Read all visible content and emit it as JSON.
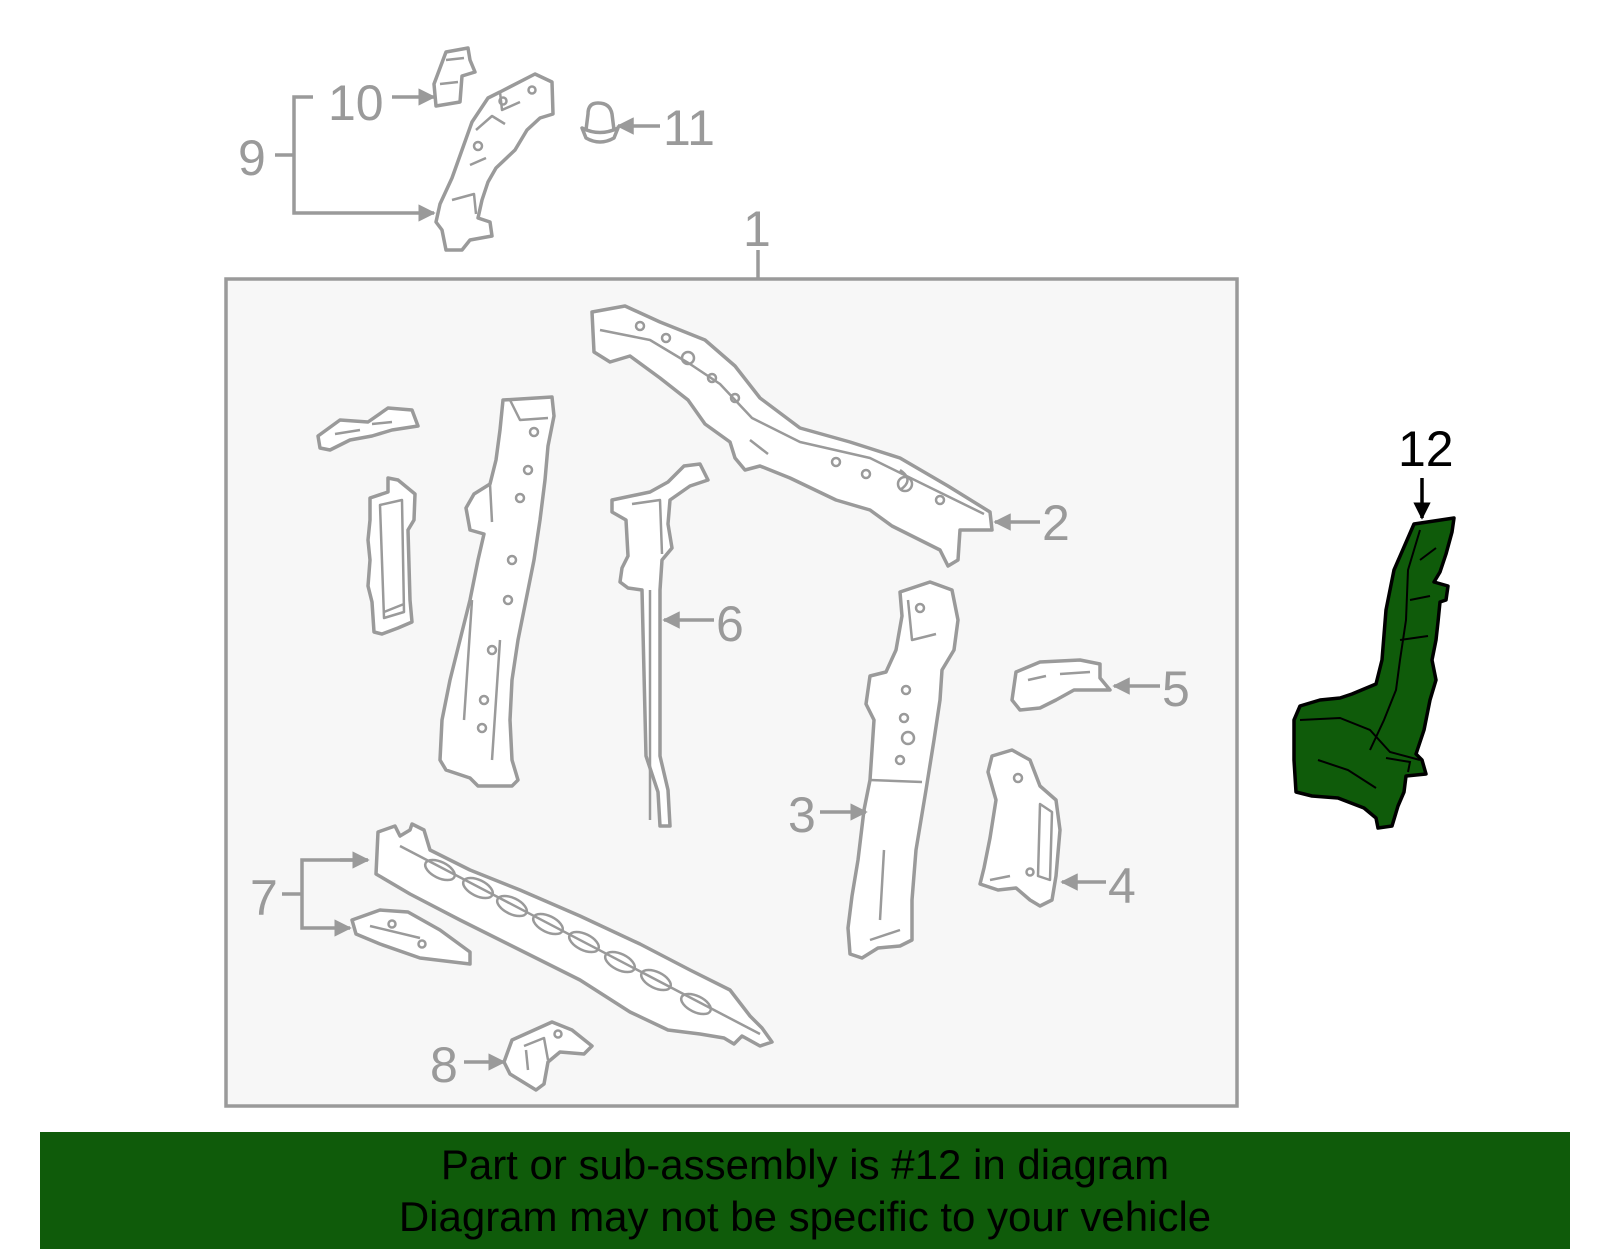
{
  "callouts": {
    "c1": "1",
    "c2": "2",
    "c3": "3",
    "c4": "4",
    "c5": "5",
    "c6": "6",
    "c7": "7",
    "c8": "8",
    "c9": "9",
    "c10": "10",
    "c11": "11",
    "c12": "12"
  },
  "highlighted_part": "12",
  "colors": {
    "highlight": "#0f5b0a",
    "line_art": "#9a9a9a",
    "panel_background": "#f7f7f7"
  },
  "banner": {
    "line1": "Part or sub-assembly is #12 in diagram",
    "line2": "Diagram may not be specific to your vehicle"
  }
}
